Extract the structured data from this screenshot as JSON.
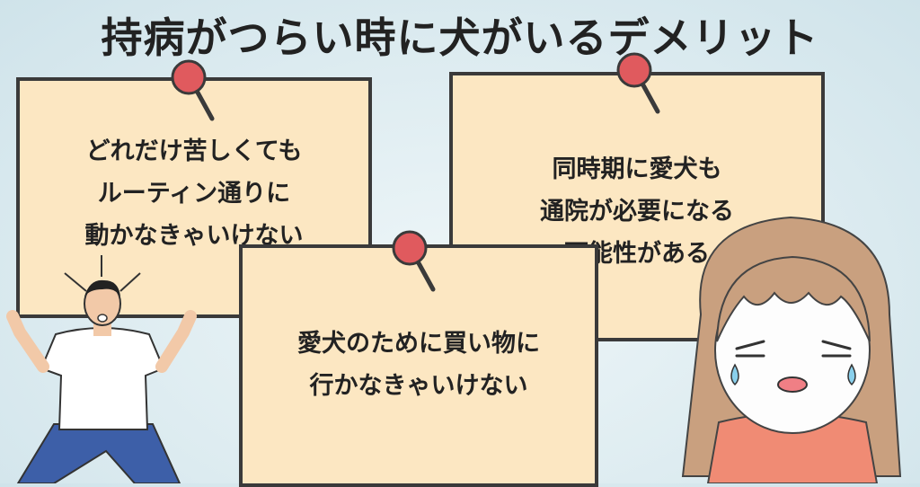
{
  "title": "持病がつらい時に犬がいるデメリット",
  "notes": [
    {
      "text": "どれだけ苦しくても\nルーティン通りに\n動かなきゃいけない"
    },
    {
      "text": "同時期に愛犬も\n通院が必要になる\n可能性がある"
    },
    {
      "text": "愛犬のために買い物に\n行かなきゃいけない"
    }
  ],
  "colors": {
    "note": "#fce7c2",
    "pin": "#e05a5e",
    "border": "#3a3a3a"
  },
  "icons": [
    "push-pin-icon",
    "distressed-man-illustration",
    "crying-woman-illustration"
  ]
}
